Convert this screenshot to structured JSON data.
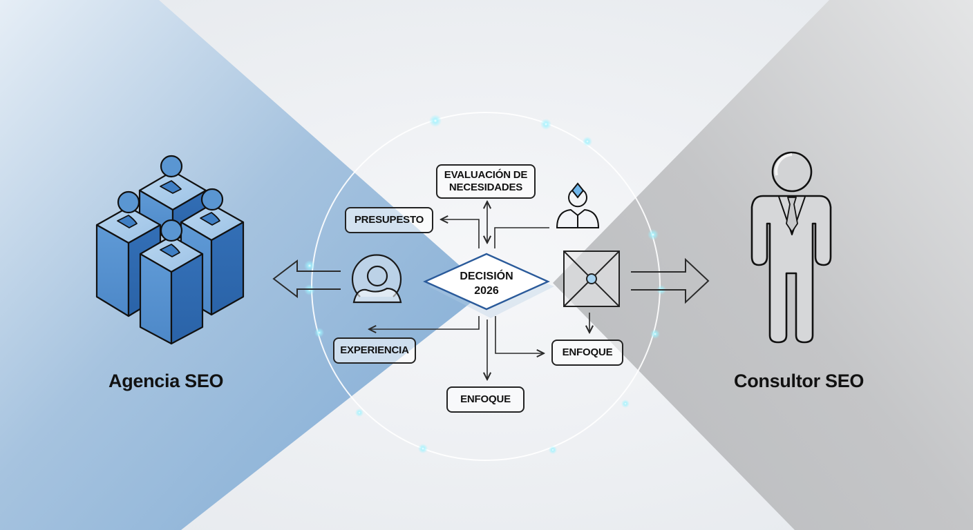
{
  "left": {
    "title": "Agencia SEO",
    "icon": "team-building-blocks-icon"
  },
  "right": {
    "title": "Consultor SEO",
    "icon": "person-in-suit-icon"
  },
  "center": {
    "decision": {
      "line1": "DECISIÓN",
      "line2": "2026"
    },
    "nodes": {
      "needs": {
        "line1": "EVALUACIÓN DE",
        "line2": "NECESIDADES"
      },
      "budget": "PRESUPESTO",
      "experience": "EXPERIENCIA",
      "focus_right": "ENFOQUE",
      "focus_bottom": "ENFOQUE"
    }
  },
  "colors": {
    "left_panel": "#86afd6",
    "right_panel": "#bfc1c4",
    "center_bg": "#eef0f3",
    "accent_blue": "#2f6fb8",
    "diamond_stroke": "#2a5a9a",
    "outline": "#1a1a1a"
  }
}
